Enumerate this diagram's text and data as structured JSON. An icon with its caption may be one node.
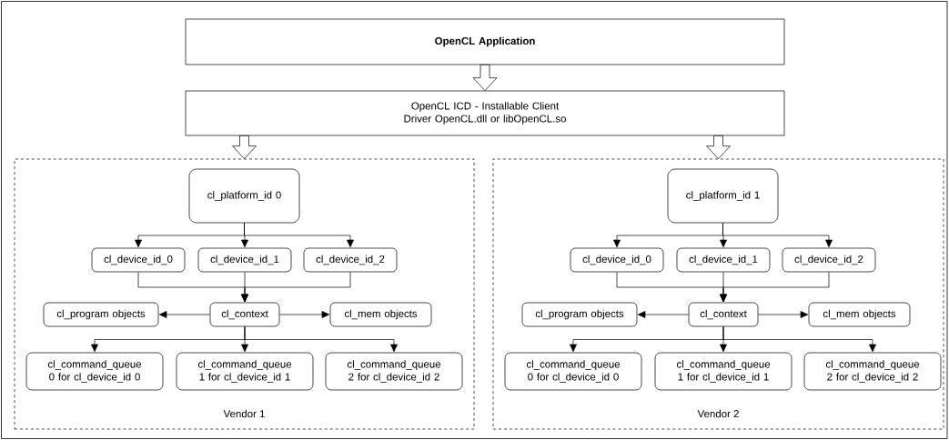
{
  "diagram": {
    "nodes": [
      {
        "text": [
          "**OpenCL Application**"
        ]
      },
      {
        "text": [
          "OpenCL ICD - Installable Client Driver OpenCL.dll or libOpenCL.so"
        ]
      },
      {
        "text": [
          "Vendor 1"
        ]
      },
      {
        "text": [
          "cl_platform_id 0"
        ],
        "in": 2
      },
      {
        "text": [
          "cl_device_id_0"
        ],
        "in": 2
      },
      {
        "text": [
          "cl_device_id_1"
        ],
        "in": 2
      },
      {
        "text": [
          "cl_device_id_2"
        ],
        "in": 2
      },
      {
        "text": [
          "cl_program objects"
        ],
        "in": 2
      },
      {
        "text": [
          "cl_context"
        ],
        "in": 2
      },
      {
        "text": [
          "cl_mem objects"
        ],
        "in": 2
      },
      {
        "text": [
          "cl_command_queue 0 for cl_device_id 0"
        ],
        "in": 2
      },
      {
        "text": [
          "cl_command_queue 1 for cl_device_id 1"
        ],
        "in": 2
      },
      {
        "text": [
          "cl_command_queue 2 for cl_device_id 2"
        ],
        "in": 2
      },
      {
        "text": [
          "Vendor 2"
        ]
      },
      {
        "text": [
          "cl_platform_id 1"
        ],
        "in": 13
      },
      {
        "text": [
          "cl_device_id_0"
        ],
        "in": 13
      },
      {
        "text": [
          "cl_device_id_1"
        ],
        "in": 13
      },
      {
        "text": [
          "cl_device_id_2"
        ],
        "in": 13
      },
      {
        "text": [
          "cl_program objects"
        ],
        "in": 13
      },
      {
        "text": [
          "cl_context"
        ],
        "in": 13
      },
      {
        "text": [
          "cl_mem objects"
        ],
        "in": 13
      },
      {
        "text": [
          "cl_command_queue 0 for cl_device_id 0"
        ],
        "in": 13
      },
      {
        "text": [
          "cl_command_queue 1 for cl_device_id 1"
        ],
        "in": 13
      },
      {
        "text": [
          "cl_command_queue 2 for cl_device_id 2"
        ],
        "in": 13
      }
    ],
    "edges": [
      {
        "from": 0,
        "to": 1,
        "arrow": "to",
        "style": "thick"
      },
      {
        "from": 1,
        "to": 2,
        "arrow": "to",
        "style": "thick"
      },
      {
        "from": 1,
        "to": 13,
        "arrow": "to",
        "style": "thick"
      },
      {
        "from": 3,
        "to": 4,
        "arrow": "to"
      },
      {
        "from": 3,
        "to": 5,
        "arrow": "to"
      },
      {
        "from": 3,
        "to": 6,
        "arrow": "to"
      },
      {
        "from": 4,
        "to": 8,
        "arrow": "to"
      },
      {
        "from": 5,
        "to": 8,
        "arrow": "to"
      },
      {
        "from": 6,
        "to": 8,
        "arrow": "to"
      },
      {
        "from": 8,
        "to": 7,
        "arrow": "to"
      },
      {
        "from": 8,
        "to": 9,
        "arrow": "to"
      },
      {
        "from": 8,
        "to": 10,
        "arrow": "to"
      },
      {
        "from": 8,
        "to": 11,
        "arrow": "to"
      },
      {
        "from": 8,
        "to": 12,
        "arrow": "to"
      },
      {
        "from": 14,
        "to": 15,
        "arrow": "to"
      },
      {
        "from": 14,
        "to": 16,
        "arrow": "to"
      },
      {
        "from": 14,
        "to": 17,
        "arrow": "to"
      },
      {
        "from": 15,
        "to": 19,
        "arrow": "to"
      },
      {
        "from": 16,
        "to": 19,
        "arrow": "to"
      },
      {
        "from": 17,
        "to": 19,
        "arrow": "to"
      },
      {
        "from": 19,
        "to": 18,
        "arrow": "to"
      },
      {
        "from": 19,
        "to": 20,
        "arrow": "to"
      },
      {
        "from": 19,
        "to": 21,
        "arrow": "to"
      },
      {
        "from": 19,
        "to": 22,
        "arrow": "to"
      },
      {
        "from": 19,
        "to": 23,
        "arrow": "to"
      }
    ]
  }
}
